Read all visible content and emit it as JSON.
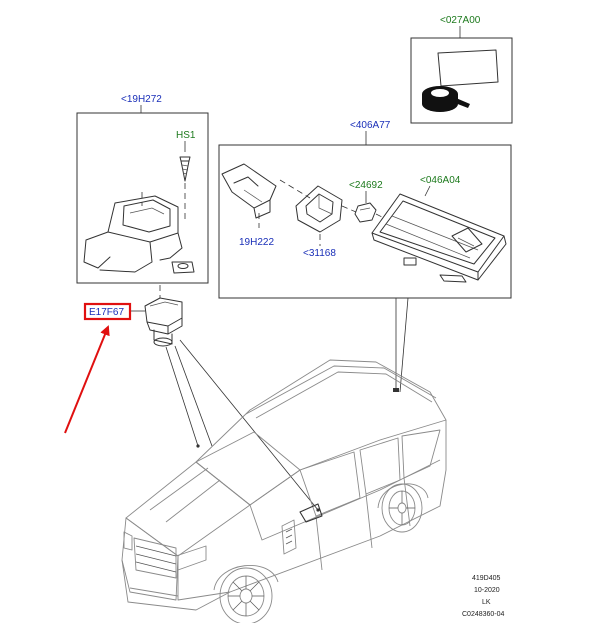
{
  "labels": {
    "tape_part": "<027A00",
    "bracket_kit": "<19H272",
    "screw": "HS1",
    "camera_kit": "<406A77",
    "clip": "<24692",
    "housing": "<046A04",
    "connector": "19H222",
    "bracket": "<31168",
    "highlighted_part": "E17F67"
  },
  "footer": {
    "line1": "419D405",
    "line2": "10-2020",
    "line3": "LK",
    "line4": "C0248360-04"
  },
  "colors": {
    "part_label_blue": "#1a2fb8",
    "part_label_green": "#1d7a1d",
    "highlight_red": "#e01010"
  }
}
